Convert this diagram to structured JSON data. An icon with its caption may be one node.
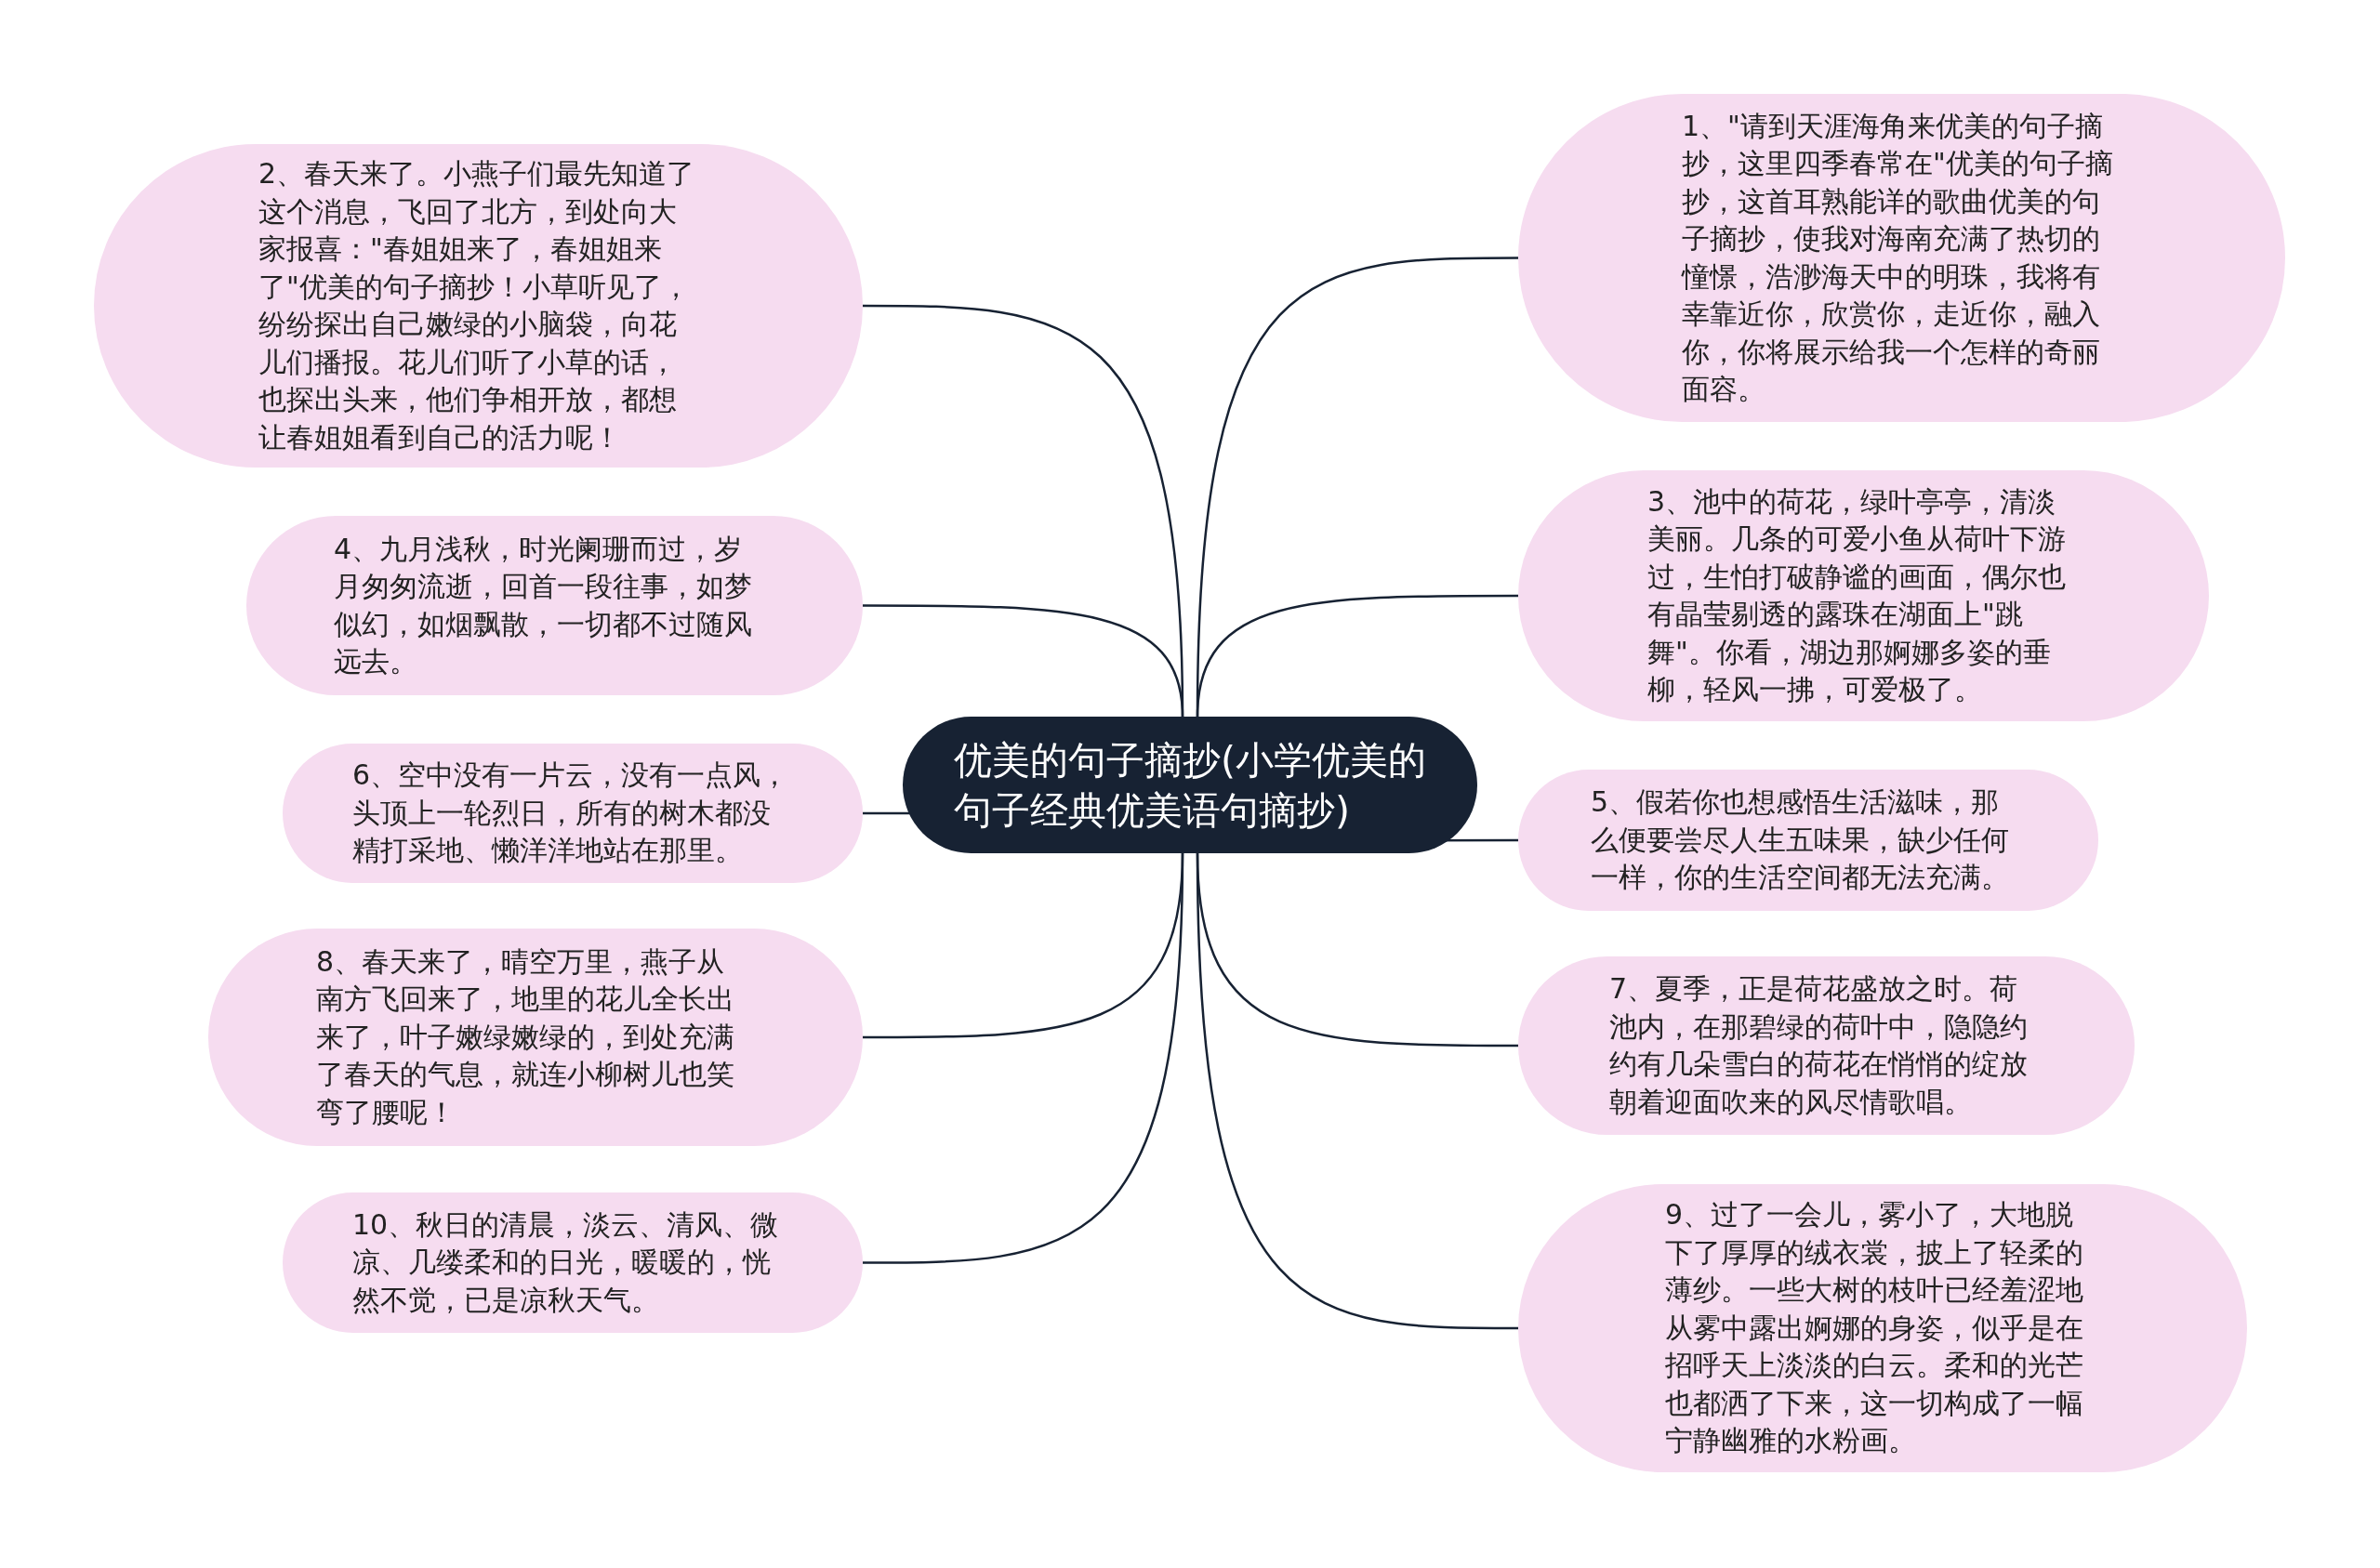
{
  "diagram": {
    "nodes": [
      {
        "text": [
          "优美的句子摘抄(小学优美的句子经典优美语句摘抄)"
        ]
      },
      {
        "text": [
          "1、\"请到天涯海角来优美的句子摘抄，这里四季春常在\"优美的句子摘抄，这首耳熟能详的歌曲优美的句子摘抄，使我对海南充满了热切的憧憬，浩渺海天中的明珠，我将有幸靠近你，欣赏你，走近你，融入你，你将展示给我一个怎样的奇丽面容。"
        ]
      },
      {
        "text": [
          "2、春天来了。小燕子们最先知道了这个消息，飞回了北方，到处向大家报喜：\"春姐姐来了，春姐姐来了\"优美的句子摘抄！小草听见了，纷纷探出自己嫩绿的小脑袋，向花儿们播报。花儿们听了小草的话，也探出头来，他们争相开放，都想让春姐姐看到自己的活力呢！"
        ]
      },
      {
        "text": [
          "3、池中的荷花，绿叶亭亭，清淡美丽。几条的可爱小鱼从荷叶下游过，生怕打破静谧的画面，偶尔也有晶莹剔透的露珠在湖面上\"跳舞\"。你看，湖边那婀娜多姿的垂柳，轻风一拂，可爱极了。"
        ]
      },
      {
        "text": [
          "4、九月浅秋，时光阑珊而过，岁月匆匆流逝，回首一段往事，如梦似幻，如烟飘散，一切都不过随风远去。"
        ]
      },
      {
        "text": [
          "5、假若你也想感悟生活滋味，那么便要尝尽人生五味果，缺少任何一样，你的生活空间都无法充满。"
        ]
      },
      {
        "text": [
          "6、空中没有一片云，没有一点风，头顶上一轮烈日，所有的树木都没精打采地、懒洋洋地站在那里。"
        ]
      },
      {
        "text": [
          "7、夏季，正是荷花盛放之时。荷池内，在那碧绿的荷叶中，隐隐约约有几朵雪白的荷花在悄悄的绽放朝着迎面吹来的风尽情歌唱。"
        ]
      },
      {
        "text": [
          "8、春天来了，晴空万里，燕子从南方飞回来了，地里的花儿全长出来了，叶子嫩绿嫩绿的，到处充满了春天的气息，就连小柳树儿也笑弯了腰呢！"
        ]
      },
      {
        "text": [
          "9、过了一会儿，雾小了，大地脱下了厚厚的绒衣裳，披上了轻柔的薄纱。一些大树的枝叶已经羞涩地从雾中露出婀娜的身姿，似乎是在招呼天上淡淡的白云。柔和的光芒也都洒了下来，这一切构成了一幅宁静幽雅的水粉画。"
        ]
      },
      {
        "text": [
          "10、秋日的清晨，淡云、清风、微凉、几缕柔和的日光，暖暖的，恍然不觉，已是凉秋天气。"
        ]
      }
    ],
    "edges": [
      {
        "from": 0,
        "to": 1,
        "arrow": "none"
      },
      {
        "from": 0,
        "to": 2,
        "arrow": "none"
      },
      {
        "from": 0,
        "to": 3,
        "arrow": "none"
      },
      {
        "from": 0,
        "to": 4,
        "arrow": "none"
      },
      {
        "from": 0,
        "to": 5,
        "arrow": "none"
      },
      {
        "from": 0,
        "to": 6,
        "arrow": "none"
      },
      {
        "from": 0,
        "to": 7,
        "arrow": "none"
      },
      {
        "from": 0,
        "to": 8,
        "arrow": "none"
      },
      {
        "from": 0,
        "to": 9,
        "arrow": "none"
      },
      {
        "from": 0,
        "to": 10,
        "arrow": "none"
      }
    ]
  }
}
